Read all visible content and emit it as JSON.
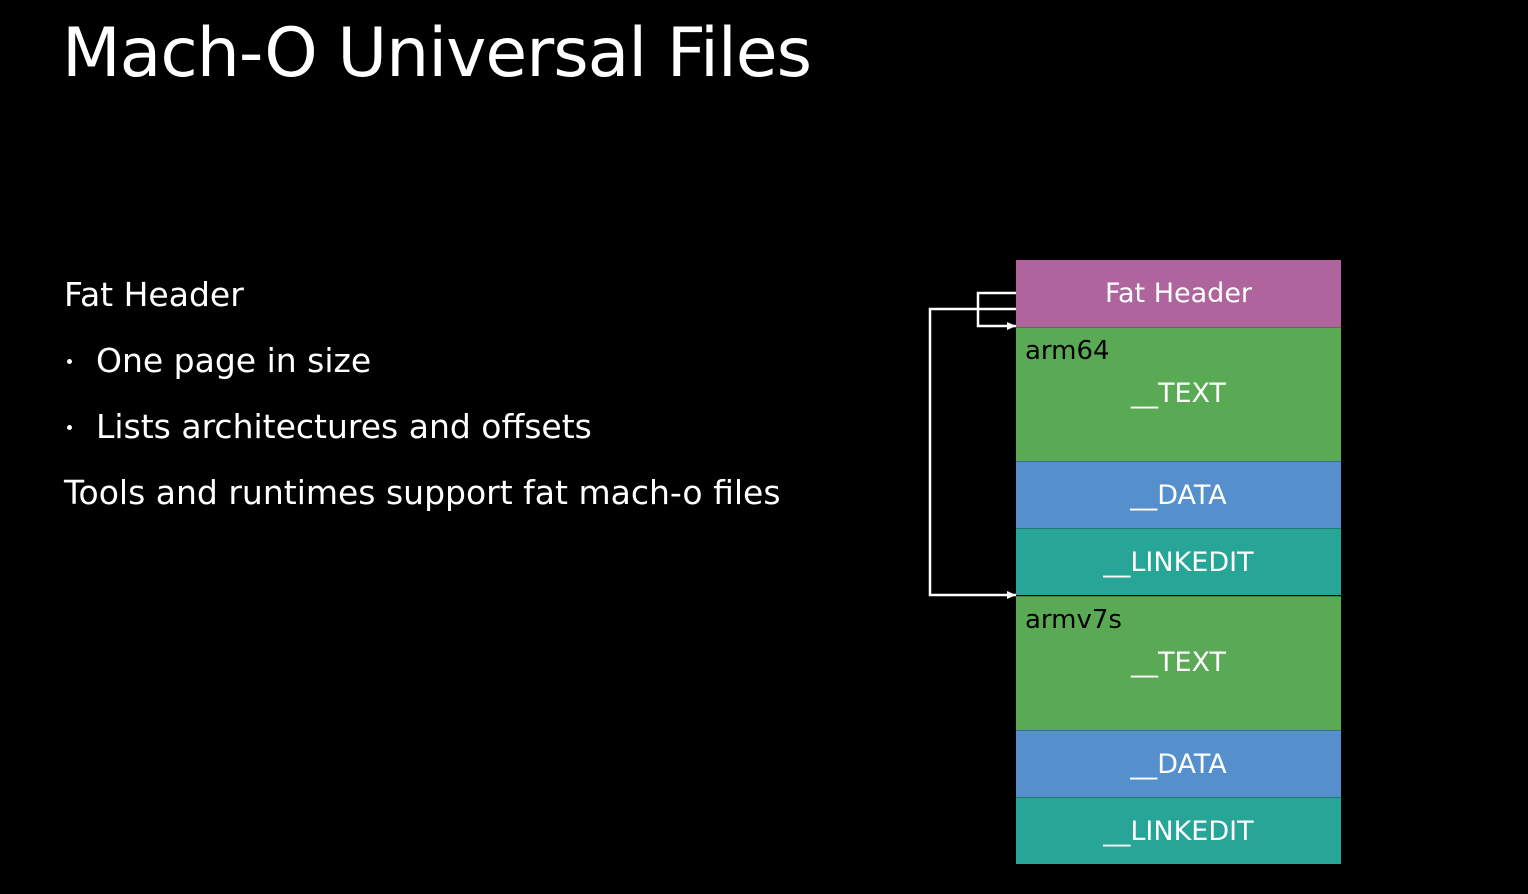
{
  "slide": {
    "title": "Mach-O Universal Files",
    "heading": "Fat Header",
    "bullets": [
      "One page in size",
      "Lists architectures and offsets"
    ],
    "closing": "Tools and runtimes support fat mach-o files"
  },
  "diagram": {
    "fat_header": {
      "label": "Fat Header",
      "color": "#b0649e"
    },
    "architectures": [
      {
        "arch": "arm64",
        "segments": [
          {
            "label": "__TEXT",
            "color": "#5aaa55"
          },
          {
            "label": "__DATA",
            "color": "#5590cc"
          },
          {
            "label": "__LINKEDIT",
            "color": "#27a698"
          }
        ]
      },
      {
        "arch": "armv7s",
        "segments": [
          {
            "label": "__TEXT",
            "color": "#5aaa55"
          },
          {
            "label": "__DATA",
            "color": "#5590cc"
          },
          {
            "label": "__LINKEDIT",
            "color": "#27a698"
          }
        ]
      }
    ]
  }
}
